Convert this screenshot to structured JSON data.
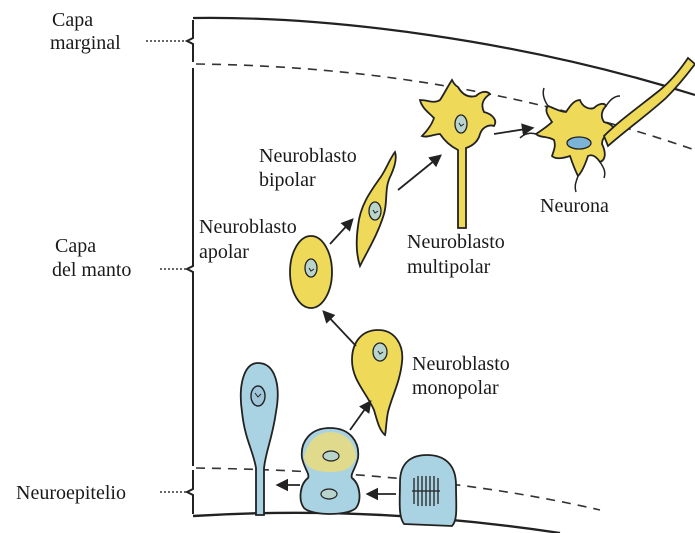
{
  "labels": {
    "capa_marginal_line1": "Capa",
    "capa_marginal_line2": "marginal",
    "capa_manto_line1": "Capa",
    "capa_manto_line2": "del manto",
    "neuroepitelio": "Neuroepitelio",
    "apolar_line1": "Neuroblasto",
    "apolar_line2": "apolar",
    "bipolar_line1": "Neuroblasto",
    "bipolar_line2": "bipolar",
    "multipolar_line1": "Neuroblasto",
    "multipolar_line2": "multipolar",
    "monopolar_line1": "Neuroblasto",
    "monopolar_line2": "monopolar",
    "neurona": "Neurona"
  },
  "colors": {
    "neuroblast": "#efd958",
    "neuroepithelial": "#a9d2e2",
    "nucleus": "#9fc6d8",
    "outline": "#222222",
    "neuron_nucleus": "#7cb4d8"
  }
}
